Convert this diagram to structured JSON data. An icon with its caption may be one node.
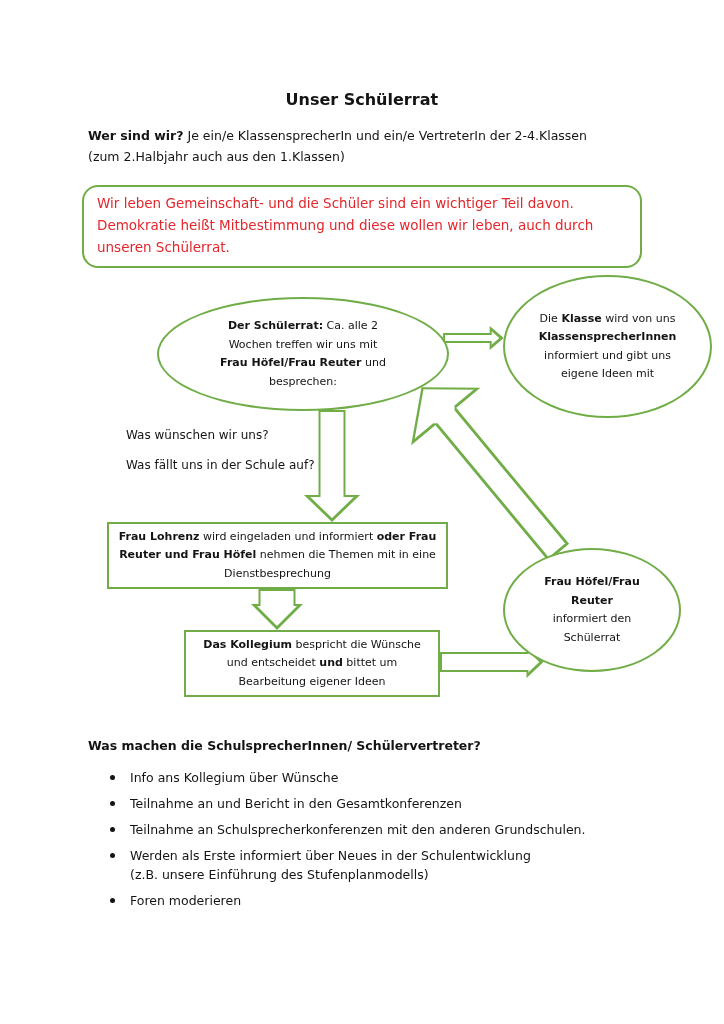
{
  "diagram": {
    "title": "Unser Schülerrat",
    "nodes": [
      {
        "text": [
          "Wir leben Gemeinschaft- und die Schüler sind ein wichtiger Teil davon. Demokratie heißt Mitbestimmung und diese wollen wir leben, auch durch unseren Schülerrat."
        ]
      },
      {
        "text": [
          "**Der Schülerrat:** Ca. alle 2 Wochen treffen wir uns mit **Frau Höfel/Frau Reuter** und besprechen:"
        ]
      },
      {
        "text": [
          "Die **Klasse** wird von uns **KlassensprecherInnen** informiert und gibt uns eigene Ideen mit"
        ]
      },
      {
        "text": [
          "**Frau Lohrenz** wird eingeladen und informiert **oder Frau Reuter und Frau Höfel** nehmen die Themen mit in eine Dienstbesprechung"
        ]
      },
      {
        "text": [
          "**Frau Höfel/Frau Reuter** informiert den Schülerrat"
        ]
      },
      {
        "text": [
          "**Das Kollegium** bespricht die Wünsche und entscheidet **und** bittet um Bearbeitung eigener Ideen"
        ]
      }
    ],
    "edges": [
      {
        "from": 1,
        "to": 2,
        "arrow": "to"
      },
      {
        "from": 1,
        "to": 3,
        "arrow": "to"
      },
      {
        "from": 3,
        "to": 5,
        "arrow": "to"
      },
      {
        "from": 5,
        "to": 4,
        "arrow": "to"
      },
      {
        "from": 4,
        "to": 1,
        "arrow": "to"
      }
    ],
    "labels": [
      "**Wer sind wir?** Je ein/e KlassensprecherIn und ein/e VertreterIn der 2-4.Klassen (zum 2.Halbjahr auch aus den 1.Klassen)",
      "Was wünschen wir uns?",
      "Was fällt uns in der Schule auf?",
      "Was machen die SchulsprecherInnen/ Schülervertreter?",
      "Info ans Kollegium über Wünsche",
      "Teilnahme an und Bericht in den Gesamtkonferenzen",
      "Teilnahme an Schulsprecherkonferenzen mit den anderen Grundschulen.",
      "Werden als Erste informiert über Neues in der Schulentwicklung (z.B. unsere Einführung des Stufenplanmodells)",
      "Foren moderieren"
    ]
  }
}
